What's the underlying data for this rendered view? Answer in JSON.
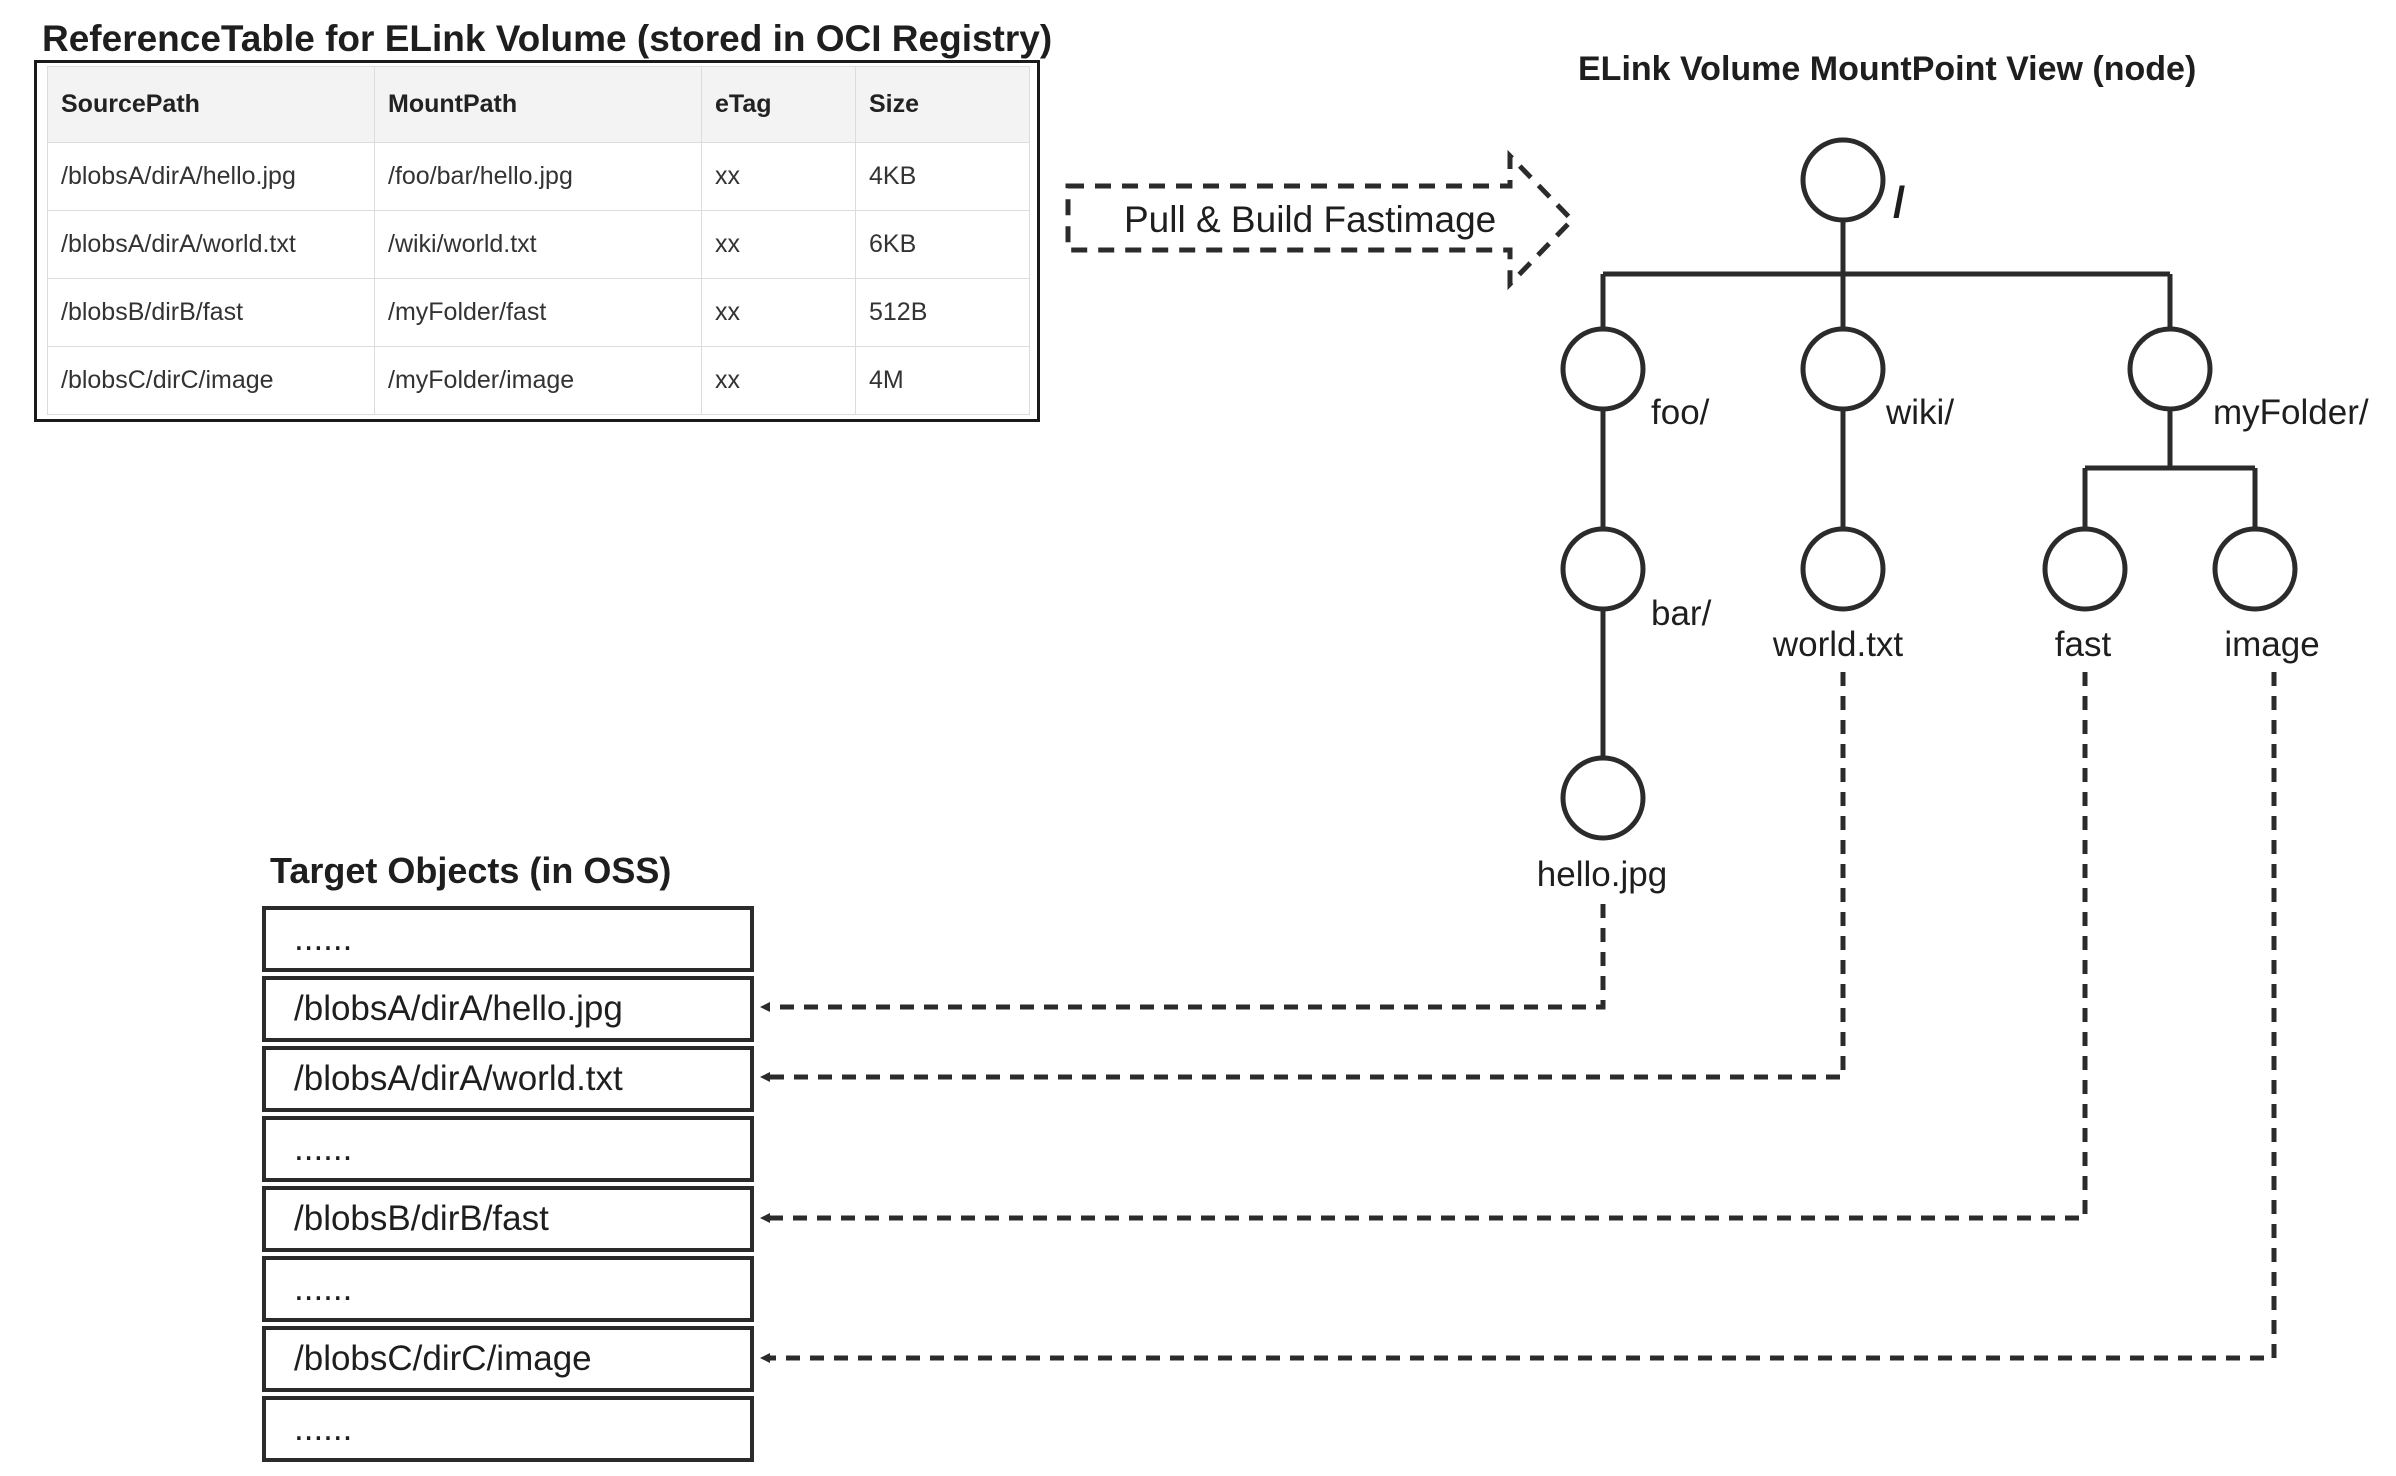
{
  "reference_table": {
    "title": "ReferenceTable for ELink Volume (stored in OCI Registry)",
    "columns": [
      "SourcePath",
      "MountPath",
      "eTag",
      "Size"
    ],
    "rows": [
      [
        "/blobsA/dirA/hello.jpg",
        "/foo/bar/hello.jpg",
        "xx",
        "4KB"
      ],
      [
        "/blobsA/dirA/world.txt",
        "/wiki/world.txt",
        "xx",
        "6KB"
      ],
      [
        "/blobsB/dirB/fast",
        "/myFolder/fast",
        "xx",
        "512B"
      ],
      [
        "/blobsC/dirC/image",
        "/myFolder/image",
        "xx",
        "4M"
      ]
    ]
  },
  "process_arrow": {
    "label": "Pull & Build Fastimage"
  },
  "mountpoint_view": {
    "title": "ELink Volume MountPoint View (node)",
    "nodes": {
      "root": "/",
      "foo": "foo/",
      "wiki": "wiki/",
      "myfolder": "myFolder/",
      "bar": "bar/",
      "world": "world.txt",
      "fast": "fast",
      "image": "image",
      "hello": "hello.jpg"
    }
  },
  "target_objects": {
    "title": "Target Objects (in OSS)",
    "items": [
      "......",
      "/blobsA/dirA/hello.jpg",
      "/blobsA/dirA/world.txt",
      "......",
      "/blobsB/dirB/fast",
      "......",
      "/blobsC/dirC/image",
      "......"
    ]
  },
  "colors": {
    "stroke": "#2b2b2b",
    "text": "#1e1e1e",
    "table_header_bg": "#f3f3f3",
    "table_border": "#dcdcdc"
  }
}
